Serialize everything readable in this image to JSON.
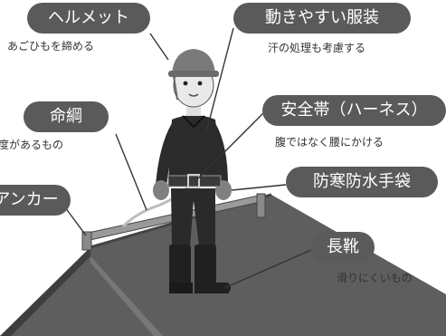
{
  "colors": {
    "pill_bg": "#5a5a5a",
    "pill_text": "#ffffff",
    "note_text": "#333333",
    "roof": "#5e5e5e",
    "roof_edge": "#3e3e3e",
    "rail": "#9a9a9a",
    "body": "#2a2a2a",
    "helmet": "#7a7a7a",
    "skin": "#e9e9e9"
  },
  "callouts": {
    "helmet": {
      "label": "ヘルメット",
      "note": "あごひもを締める"
    },
    "clothing": {
      "label": "動きやすい服装",
      "note": "汗の処理も考慮する"
    },
    "lifeline": {
      "label": "命綱",
      "note": "強度があるもの"
    },
    "harness": {
      "label": "安全帯（ハーネス）",
      "note": "腹ではなく腰にかける"
    },
    "anchor": {
      "label": "アンカー"
    },
    "gloves": {
      "label": "防寒防水手袋"
    },
    "boots": {
      "label": "長靴",
      "note": "滑りにくいもの"
    }
  }
}
